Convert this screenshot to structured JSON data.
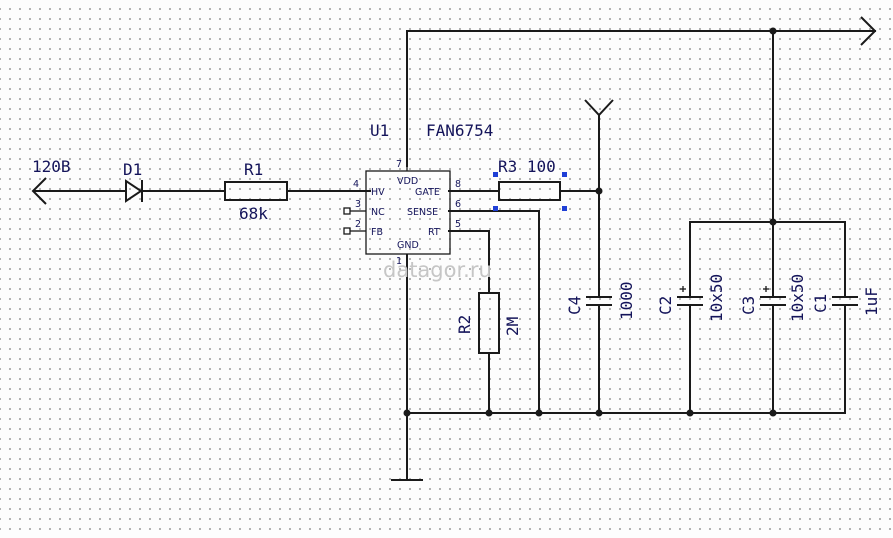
{
  "labels": {
    "input": "120В",
    "d1": "D1",
    "r1": "R1",
    "r1_value": "68k",
    "u1": "U1",
    "u1_part": "FAN6754",
    "r3": "R3 100",
    "r2": "R2",
    "r2_value": "2M",
    "c4": "C4",
    "c4_value": "1000",
    "c2": "C2",
    "c2_value": "10x50",
    "c3": "C3",
    "c3_value": "10x50",
    "c1": "C1",
    "c1_value": "1uF",
    "watermark": "datagor.ru"
  },
  "ic_pins": {
    "vdd": "VDD",
    "hv": "HV",
    "nc": "NC",
    "fb": "FB",
    "gnd": "GND",
    "gate": "GATE",
    "sense": "SENSE",
    "rt": "RT",
    "n7": "7",
    "n4": "4",
    "n3": "3",
    "n2": "2",
    "n1": "1",
    "n8": "8",
    "n6": "6",
    "n5": "5"
  },
  "colors": {
    "wire": "#1a1a1a",
    "text": "#14145a",
    "selection": "#1f3fd6",
    "watermark": "#c6c6c6"
  }
}
